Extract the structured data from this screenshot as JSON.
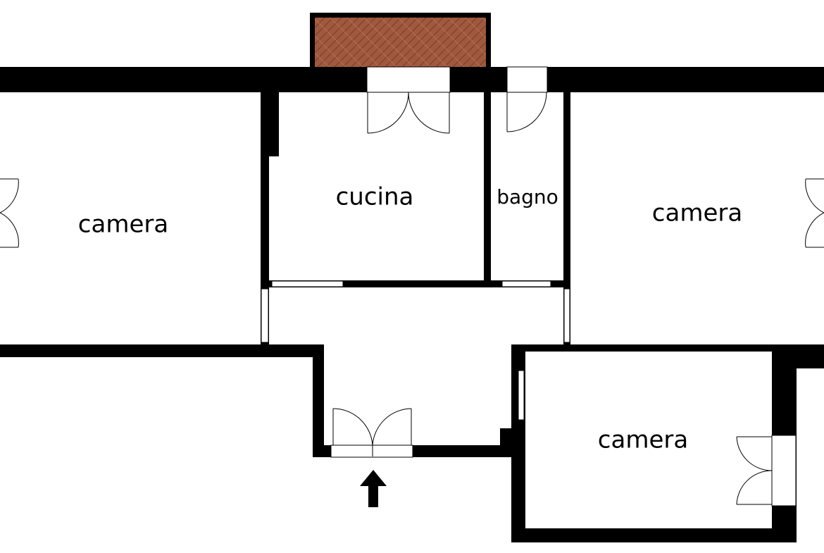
{
  "rooms": [
    {
      "id": "camera-left",
      "label": "camera"
    },
    {
      "id": "cucina",
      "label": "cucina"
    },
    {
      "id": "bagno",
      "label": "bagno"
    },
    {
      "id": "camera-right",
      "label": "camera"
    },
    {
      "id": "camera-bottom",
      "label": "camera"
    }
  ],
  "colors": {
    "wall": "#000000",
    "balcony_floor": "#a0593e",
    "background": "#ffffff"
  },
  "icons": {
    "entrance": "entrance-arrow-icon",
    "balcony": "herringbone-floor-pattern"
  }
}
